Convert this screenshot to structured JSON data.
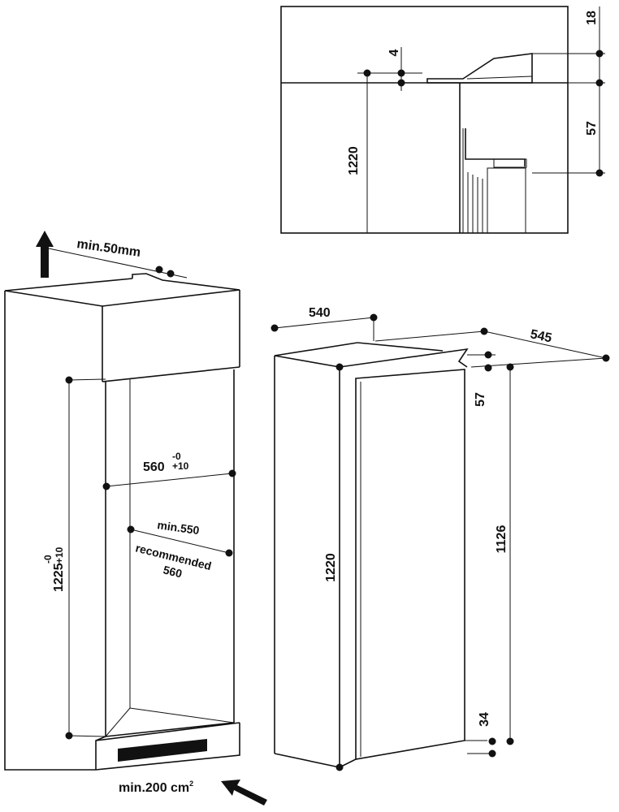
{
  "detail_view": {
    "dim_18": "18",
    "dim_4": "4",
    "dim_57": "57",
    "dim_1220": "1220"
  },
  "niche_view": {
    "vent_top": "min.50mm",
    "width_main": "560",
    "width_tol_upper": "-0",
    "width_tol_lower": "+10",
    "depth_min": "min.550",
    "depth_recommended": "recommended",
    "depth_rec_value": "560",
    "height_main": "1225",
    "height_tol_upper": "-0",
    "height_tol_lower": "+10",
    "vent_bottom": "min.200 cm",
    "vent_bottom_sup": "2"
  },
  "appliance_view": {
    "width": "540",
    "depth": "545",
    "top_gap": "57",
    "height": "1220",
    "door_height": "1126",
    "bottom_gap": "34"
  }
}
